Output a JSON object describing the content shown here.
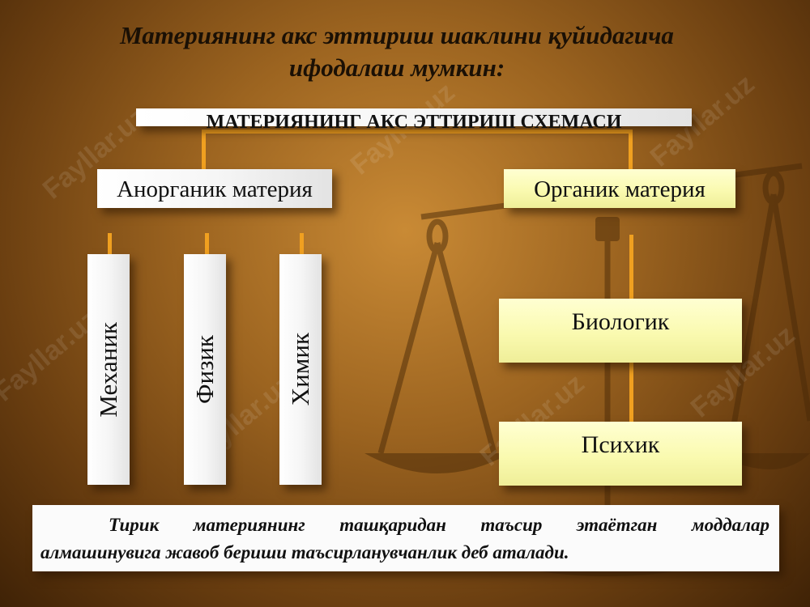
{
  "heading": {
    "line1": "Материянинг  акс эттириш шаклини қуйидагича",
    "line2": "ифодалаш мумкин:"
  },
  "schema_title": "МАТЕРИЯНИНГ АКС ЭТТИРИШ СХЕМАСИ",
  "inorganic": {
    "label": "Анорганик материя",
    "children": [
      "Механик",
      "Физик",
      "Химик"
    ]
  },
  "organic": {
    "label": "Органик материя",
    "children": [
      "Биологик",
      "Психик"
    ]
  },
  "note": {
    "line1": "Тирик  материянинг  ташқаридан  таъсир  этаётган  моддалар",
    "line2": "алмашинувига  жавоб бериши таъсирланувчанлик деб аталади."
  },
  "watermark": "Fayllar.uz",
  "colors": {
    "connector": "#f0a020",
    "cream_box": "#fafab0",
    "white_box": "#ffffff"
  }
}
